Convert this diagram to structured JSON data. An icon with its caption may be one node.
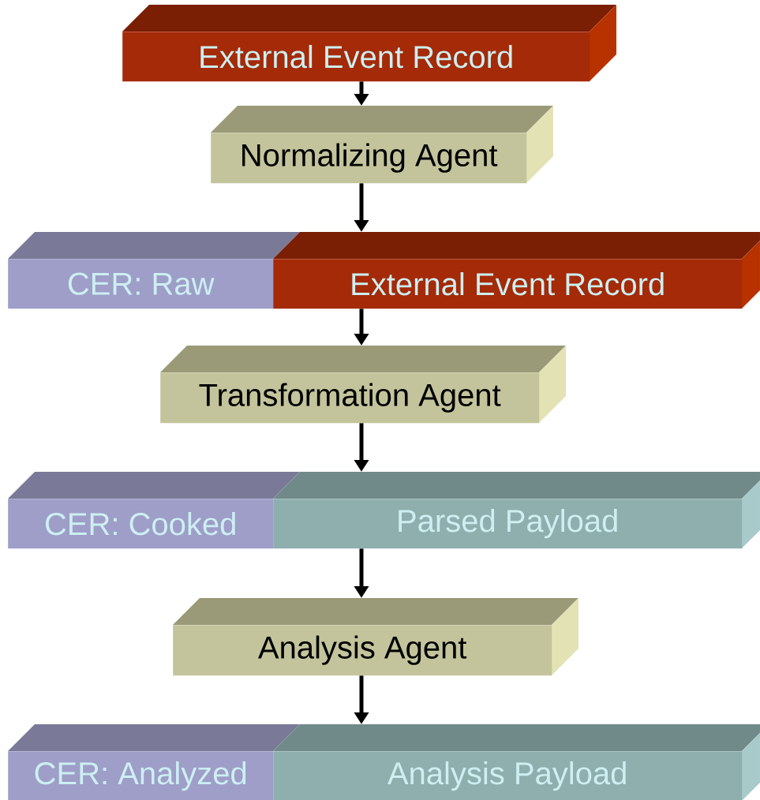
{
  "diagram": {
    "nodes": [
      {
        "text": [
          "External Event Record"
        ]
      },
      {
        "text": [
          "Normalizing Agent"
        ]
      },
      {
        "text": [
          "CER: Raw"
        ]
      },
      {
        "text": [
          "External Event Record"
        ]
      },
      {
        "text": [
          "Transformation Agent"
        ]
      },
      {
        "text": [
          "CER: Cooked"
        ]
      },
      {
        "text": [
          "Parsed Payload"
        ]
      },
      {
        "text": [
          "Analysis Agent"
        ]
      },
      {
        "text": [
          "CER: Analyzed"
        ]
      },
      {
        "text": [
          "Analysis Payload"
        ]
      }
    ],
    "edges": [
      {
        "from": 0,
        "to": 1,
        "arrow": "to"
      },
      {
        "from": 1,
        "to": 3,
        "arrow": "to"
      },
      {
        "from": 3,
        "to": 4,
        "arrow": "to"
      },
      {
        "from": 4,
        "to": 6,
        "arrow": "to"
      },
      {
        "from": 6,
        "to": 7,
        "arrow": "to"
      },
      {
        "from": 7,
        "to": 9,
        "arrow": "to"
      }
    ]
  }
}
